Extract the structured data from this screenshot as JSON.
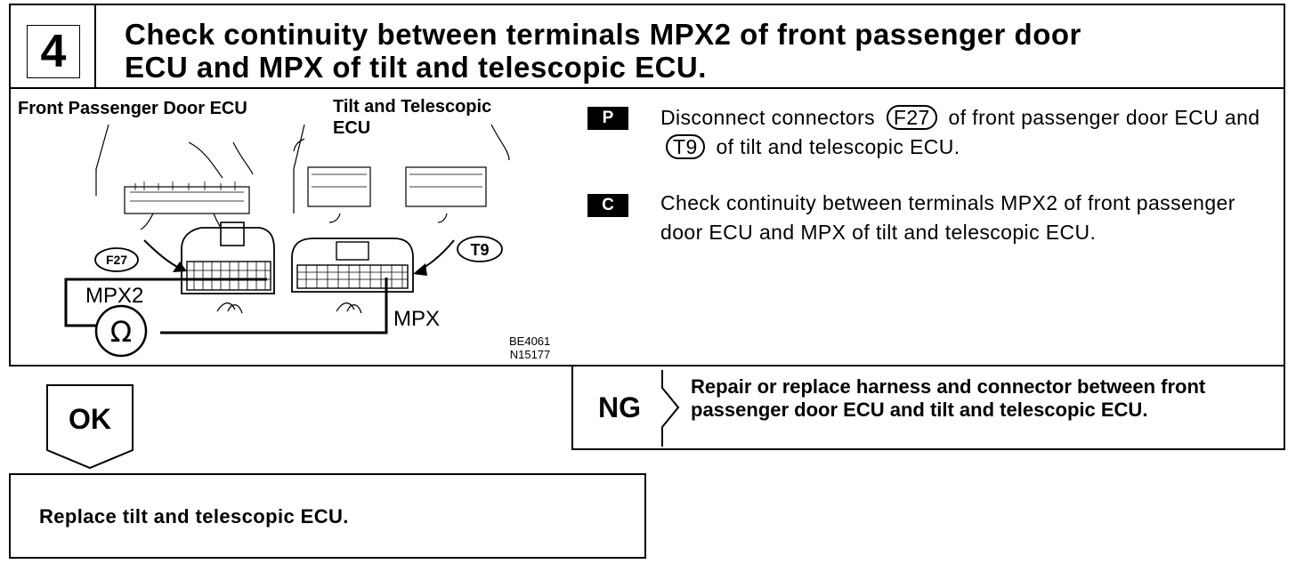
{
  "header": {
    "step_number": "4",
    "title_line1": "Check continuity between terminals MPX2 of front passenger door",
    "title_line2": "ECU and MPX of tilt and telescopic ECU."
  },
  "figure": {
    "label_left": "Front Passenger Door ECU",
    "label_right_line1": "Tilt and Telescopic",
    "label_right_line2": "ECU",
    "connector_left": "F27",
    "connector_right": "T9",
    "terminal_left": "MPX2",
    "terminal_right": "MPX",
    "meter_symbol": "Ω",
    "code_line1": "BE4061",
    "code_line2": "N15177"
  },
  "procedure": {
    "p_badge": "P",
    "p_text_1": "Disconnect connectors",
    "p_code_1": "F27",
    "p_text_2": "of front passenger door ECU and",
    "p_code_2": "T9",
    "p_text_3": "of tilt and telescopic ECU.",
    "c_badge": "C",
    "c_text": "Check continuity between terminals MPX2 of front passenger door ECU and MPX of tilt and telescopic ECU."
  },
  "ng": {
    "label": "NG",
    "text": "Repair or replace harness and connector between front passenger door ECU and tilt and telescopic ECU."
  },
  "ok": {
    "label": "OK"
  },
  "action": {
    "text": "Replace tilt and telescopic ECU."
  }
}
